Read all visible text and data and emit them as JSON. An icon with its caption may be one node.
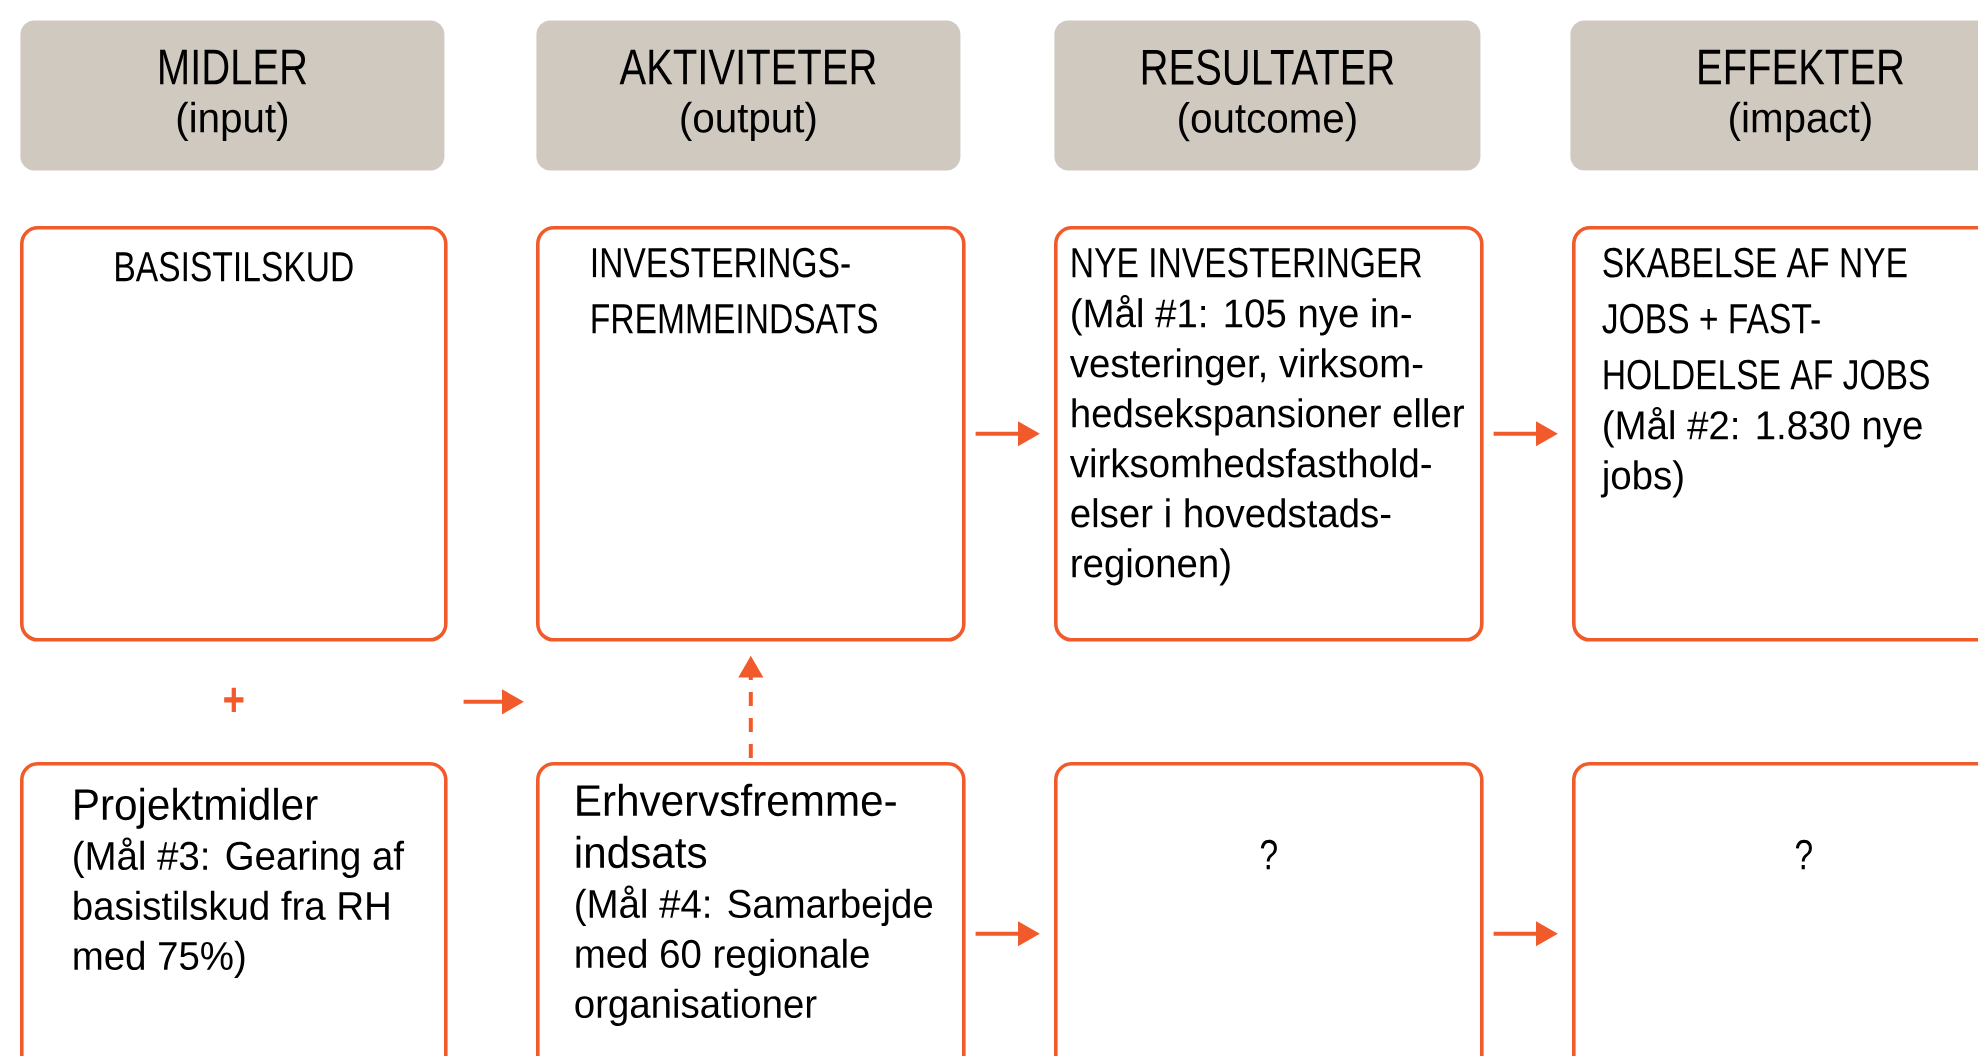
{
  "diagram": {
    "nodes": [
      {
        "text": [
          "MIDLER",
          "(input)"
        ]
      },
      {
        "text": [
          "AKTIVITETER",
          "(output)"
        ]
      },
      {
        "text": [
          "RESULTATER",
          "(outcome)"
        ]
      },
      {
        "text": [
          "EFFEKTER",
          "(impact)"
        ]
      },
      {
        "text": [
          "BASISTILSKUD"
        ]
      },
      {
        "text": [
          "INVESTERINGS- FREMMEINDSATS"
        ]
      },
      {
        "text": [
          "NYE INVESTERINGER",
          "(Mål #1: 105 nye in- vesteringer, virksom- hedsekspansioner eller virksomhedsfasthold- elser i hovedstads- regionen)"
        ]
      },
      {
        "text": [
          "SKABELSE AF NYE JOBS + FAST- HOLDELSE AF JOBS",
          "(Mål #2: 1.830 nye jobs)"
        ]
      },
      {
        "text": [
          "Projektmidler",
          "(Mål #3: Gearing af basistilskud fra RH med 75%)"
        ]
      },
      {
        "text": [
          "Erhvervsfremme- indsats",
          "(Mål #4: Samarbejde med 60 regionale organisationer"
        ]
      },
      {
        "text": [
          "?"
        ]
      },
      {
        "text": [
          "?"
        ]
      }
    ],
    "edges": [
      {
        "from": 9,
        "to": 5,
        "arrow": "to",
        "style": "dashed"
      },
      {
        "from": 5,
        "to": 6,
        "arrow": "to"
      },
      {
        "from": 6,
        "to": 7,
        "arrow": "to"
      },
      {
        "from": 9,
        "to": 10,
        "arrow": "to"
      },
      {
        "from": 10,
        "to": 11,
        "arrow": "to"
      }
    ],
    "labels": [
      "+"
    ]
  }
}
